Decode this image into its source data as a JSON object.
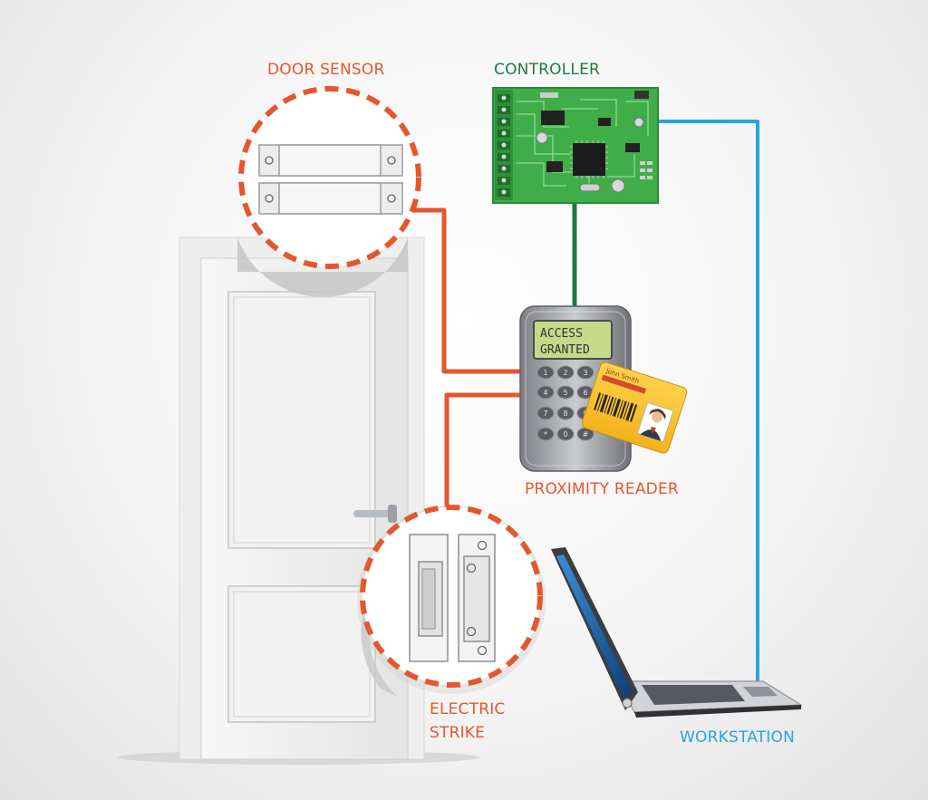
{
  "labels": {
    "door_sensor": "DOOR SENSOR",
    "controller": "CONTROLLER",
    "proximity_reader": "PROXIMITY READER",
    "electric_strike_line1": "ELECTRIC",
    "electric_strike_line2": "STRIKE",
    "workstation": "WORKSTATION"
  },
  "reader_display": {
    "line1": "ACCESS",
    "line2": "GRANTED"
  },
  "id_card": {
    "name": "John Smith"
  },
  "colors": {
    "orange": "#e4572e",
    "green": "#1e7a3c",
    "blue": "#2aa4dd",
    "pcb": "#3fae49",
    "lcd": "#c6d98a"
  }
}
